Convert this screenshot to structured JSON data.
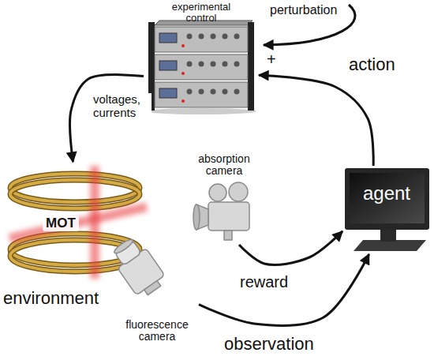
{
  "diagram": {
    "nodes": [
      {
        "text": [
          "experimental control"
        ]
      },
      {
        "text": [
          "MOT",
          "environment"
        ]
      },
      {
        "text": [
          "fluorescence camera"
        ]
      },
      {
        "text": [
          "absorption camera"
        ]
      },
      {
        "text": [
          "agent"
        ]
      }
    ],
    "edges": [
      {
        "from": 0,
        "to": 1,
        "label": "voltages, currents",
        "arrow": "to"
      },
      {
        "from": 4,
        "to": 0,
        "label": "action",
        "arrow": "to"
      },
      {
        "from": 3,
        "to": 4,
        "label": "reward",
        "arrow": "to"
      },
      {
        "from": 2,
        "to": 4,
        "label": "observation",
        "arrow": "to"
      }
    ],
    "labels": [
      "perturbation",
      "+"
    ]
  }
}
